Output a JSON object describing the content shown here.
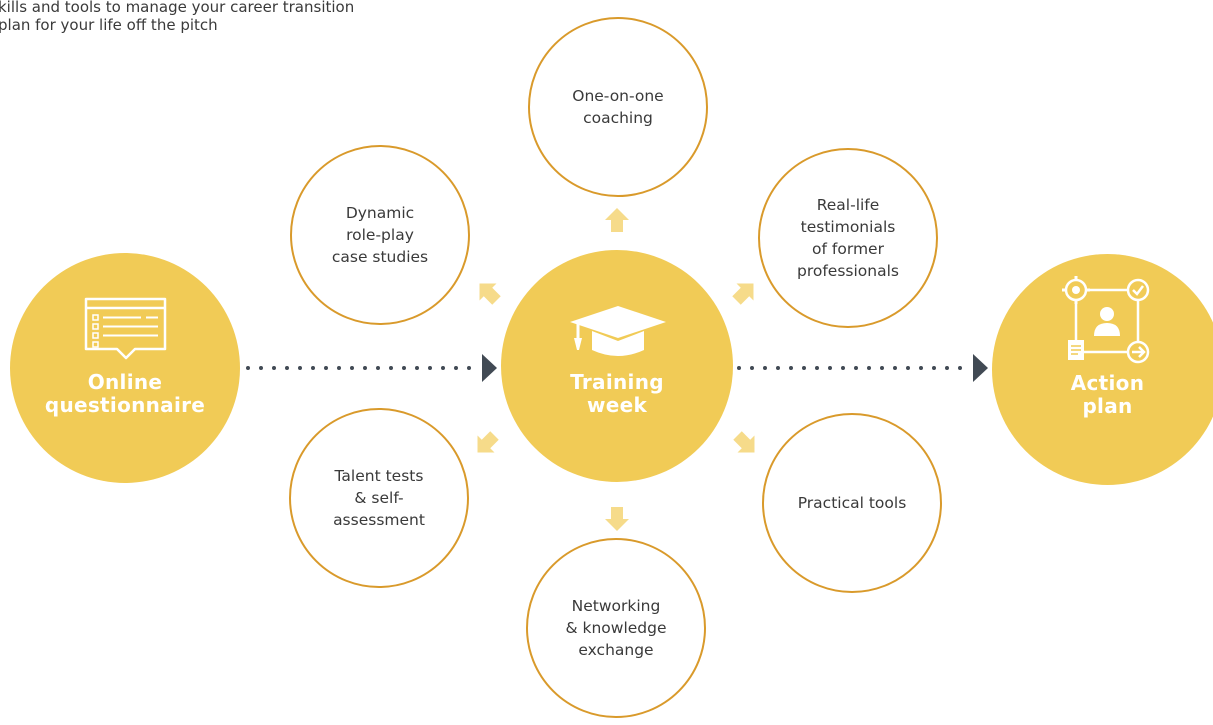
{
  "intro": {
    "line1": "kills and tools to manage your career transition",
    "line2": "plan for your life off the pitch"
  },
  "steps": {
    "questionnaire": "Online\nquestionnaire",
    "training": "Training\nweek",
    "action": "Action\nplan"
  },
  "components": {
    "coaching": "One-on-one\ncoaching",
    "roleplay": "Dynamic\nrole-play\ncase studies",
    "testimonials": "Real-life\ntestimonials\nof former\nprofessionals",
    "talent": "Talent tests\n& self-\nassessment",
    "tools": "Practical tools",
    "networking": "Networking\n& knowledge\nexchange"
  },
  "colors": {
    "main_fill": "#f1cb56",
    "ring": "#d99a2b",
    "arrow": "#f6db8a",
    "connector": "#414a54"
  },
  "icons": {
    "questionnaire": "form-speech-bubble-icon",
    "training": "graduation-cap-icon",
    "action": "workflow-person-icon"
  }
}
